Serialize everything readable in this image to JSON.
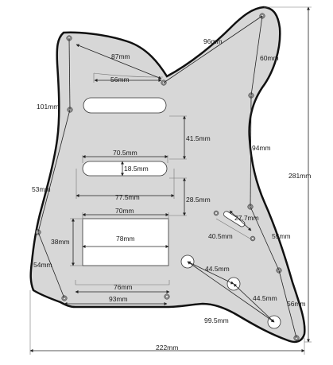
{
  "diagram": {
    "measurements": {
      "m87": "87mm",
      "m96": "96mm",
      "m60": "60mm",
      "m56top": "56mm",
      "m101": "101mm",
      "m41_5": "41.5mm",
      "m94": "94mm",
      "m281": "281mm",
      "m70_5": "70.5mm",
      "m18_5": "18.5mm",
      "m53": "53mm",
      "m77_5": "77.5mm",
      "m28_5": "28.5mm",
      "m70": "70mm",
      "m27_7": "27.7mm",
      "m38": "38mm",
      "m78": "78mm",
      "m40_5": "40.5mm",
      "m55": "55mm",
      "m54": "54mm",
      "m44_5a": "44.5mm",
      "m76": "76mm",
      "m93": "93mm",
      "m44_5b": "44.5mm",
      "m56right": "56mm",
      "m99_5": "99.5mm",
      "m222": "222mm"
    },
    "colors": {
      "pickguard_fill": "#d7d7d7",
      "pickguard_edge": "#111111",
      "line": "#222222"
    }
  }
}
